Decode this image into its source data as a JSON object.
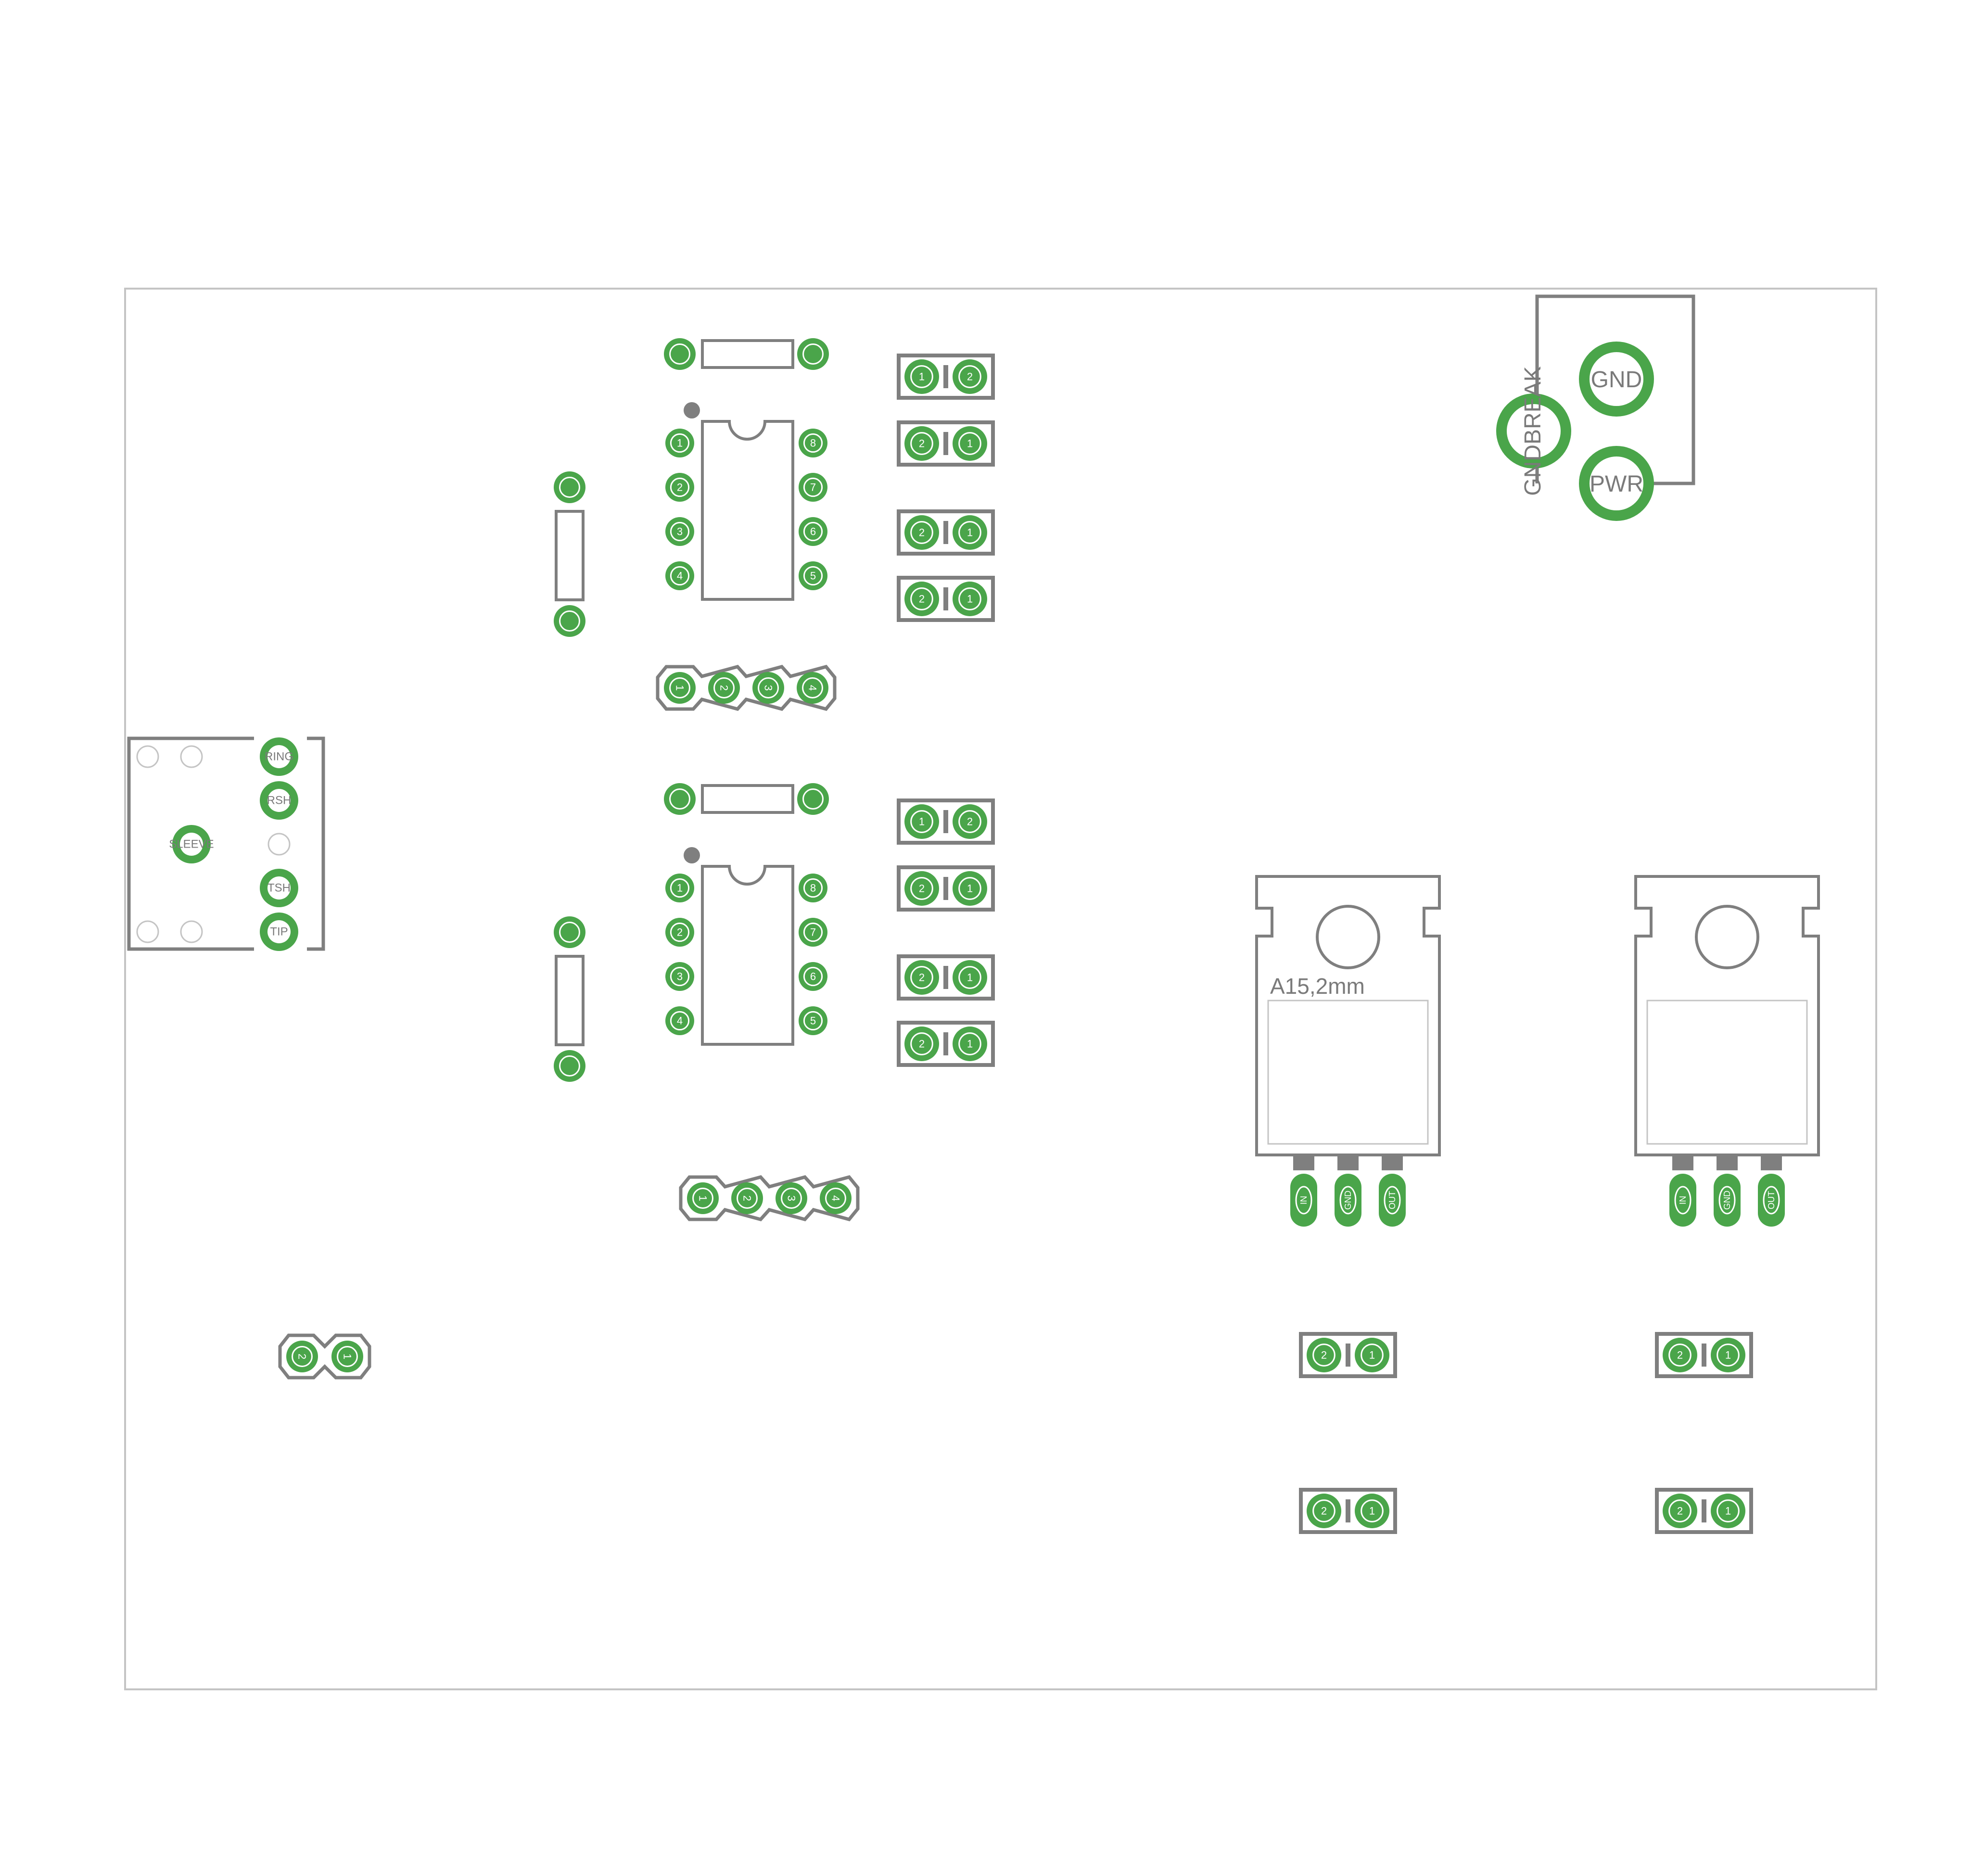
{
  "colors": {
    "background": "#ffffff",
    "board_outline": "#c4c4c4",
    "silkscreen": "#7f7f7f",
    "copper": "#4aa54a",
    "pad_hole": "#ffffff",
    "pad_text": "#ffffff"
  },
  "components": {
    "power_connector": {
      "pad_gnd": "GND",
      "pad_pwr": "PWR",
      "pad_break": "GNDBREAK"
    },
    "audio_jack": {
      "pins": [
        "RING",
        "RSH",
        "SLEEVE",
        "TSH",
        "TIP"
      ]
    },
    "dip_pin_numbers": [
      "1",
      "2",
      "3",
      "4",
      "5",
      "6",
      "7",
      "8"
    ],
    "header_pin_numbers": [
      "1",
      "2",
      "3",
      "4"
    ],
    "two_pin_labels": [
      "1",
      "2"
    ],
    "regulator": {
      "label": "A15,2mm",
      "pins": [
        "IN",
        "GND",
        "OUT"
      ]
    }
  }
}
